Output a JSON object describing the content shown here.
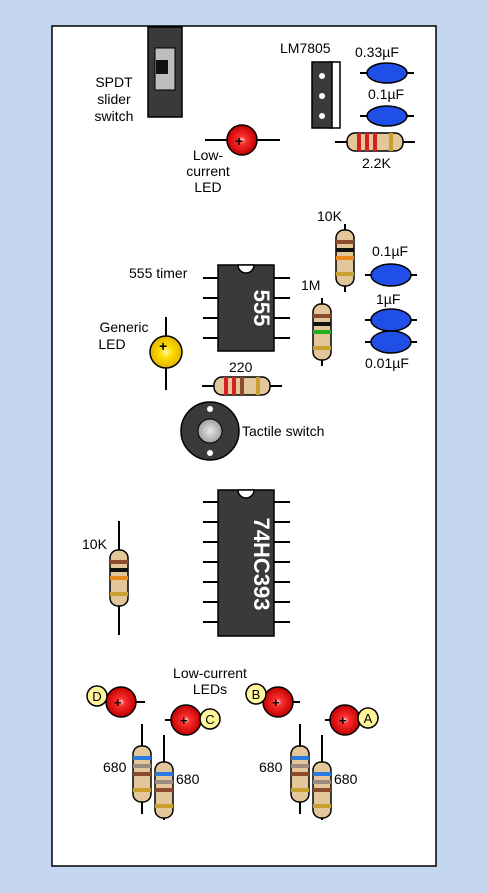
{
  "colors": {
    "background": "#c5d6f1",
    "board": "#ffffff",
    "led_red": "#e01010",
    "led_yellow": "#f5d000",
    "capacitor_blue": "#1f4fe6",
    "resistor_body": "#e3c79a"
  },
  "labels": {
    "spdt": [
      "SPDT",
      "slider",
      "switch"
    ],
    "regulator": "LM7805",
    "cap_033": "0.33µF",
    "cap_01_top": "0.1µF",
    "res_22k": "2.2K",
    "low_current_led": [
      "Low-",
      "current",
      "LED"
    ],
    "res_10k_top": "10K",
    "timer_label": "555 timer",
    "timer_chip": "555",
    "cap_01_mid": "0.1µF",
    "res_1m": "1M",
    "cap_1": "1µF",
    "generic_led": [
      "Generic",
      "LED"
    ],
    "cap_001": "0.01µF",
    "res_220": "220",
    "tactile": "Tactile switch",
    "counter_chip": "74HC393",
    "res_10k_left": "10K",
    "low_current_leds": [
      "Low-current",
      "LEDs"
    ],
    "res_680_1": "680",
    "res_680_2": "680",
    "res_680_3": "680",
    "res_680_4": "680",
    "badge_a": "A",
    "badge_b": "B",
    "badge_c": "C",
    "badge_d": "D",
    "plus": "+"
  }
}
